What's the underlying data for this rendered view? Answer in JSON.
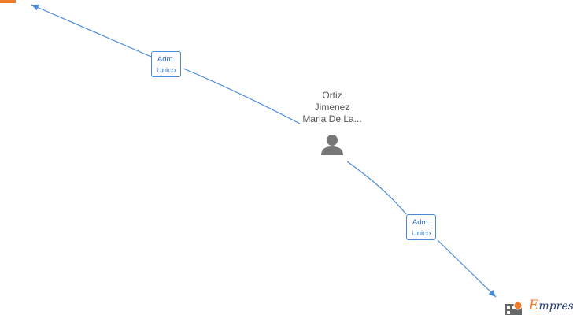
{
  "person": {
    "name_lines": [
      "Ortiz",
      "Jimenez",
      "Maria De La..."
    ]
  },
  "relations": [
    {
      "label_lines": [
        "Adm.",
        "Unico"
      ]
    },
    {
      "label_lines": [
        "Adm.",
        "Unico"
      ]
    }
  ],
  "brand": {
    "first_letter": "E",
    "rest": "mpresia"
  },
  "colors": {
    "edge": "#4a8ad8",
    "label_text": "#2f6fc2",
    "person_icon": "#777777",
    "company_icon": "#f07d2c",
    "brand_accent": "#f07d2c",
    "brand_text": "#1e3a6e"
  }
}
